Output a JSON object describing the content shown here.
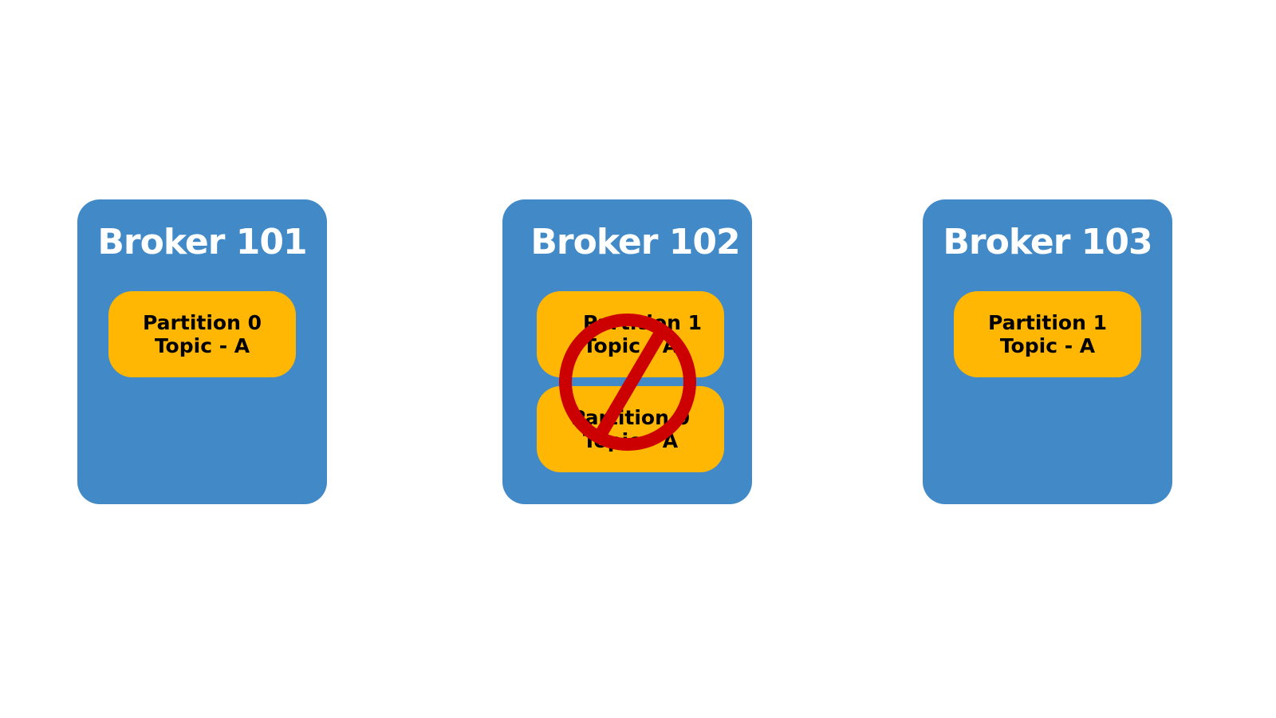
{
  "colors": {
    "broker": "#4189C7",
    "partition": "#FFB703",
    "prohibited": "#CC0000"
  },
  "brokers": [
    {
      "title": "Broker 101",
      "partitions": [
        {
          "name": "Partition 0",
          "topic": "Topic - A"
        }
      ]
    },
    {
      "title": "Broker 102",
      "partitions": [
        {
          "name": "Partition 1",
          "topic": "Topic - A"
        },
        {
          "name": "Partition 0",
          "topic": "Topic - A"
        }
      ],
      "status_icon": "prohibited-icon"
    },
    {
      "title": "Broker 103",
      "partitions": [
        {
          "name": "Partition 1",
          "topic": "Topic - A"
        }
      ]
    }
  ]
}
